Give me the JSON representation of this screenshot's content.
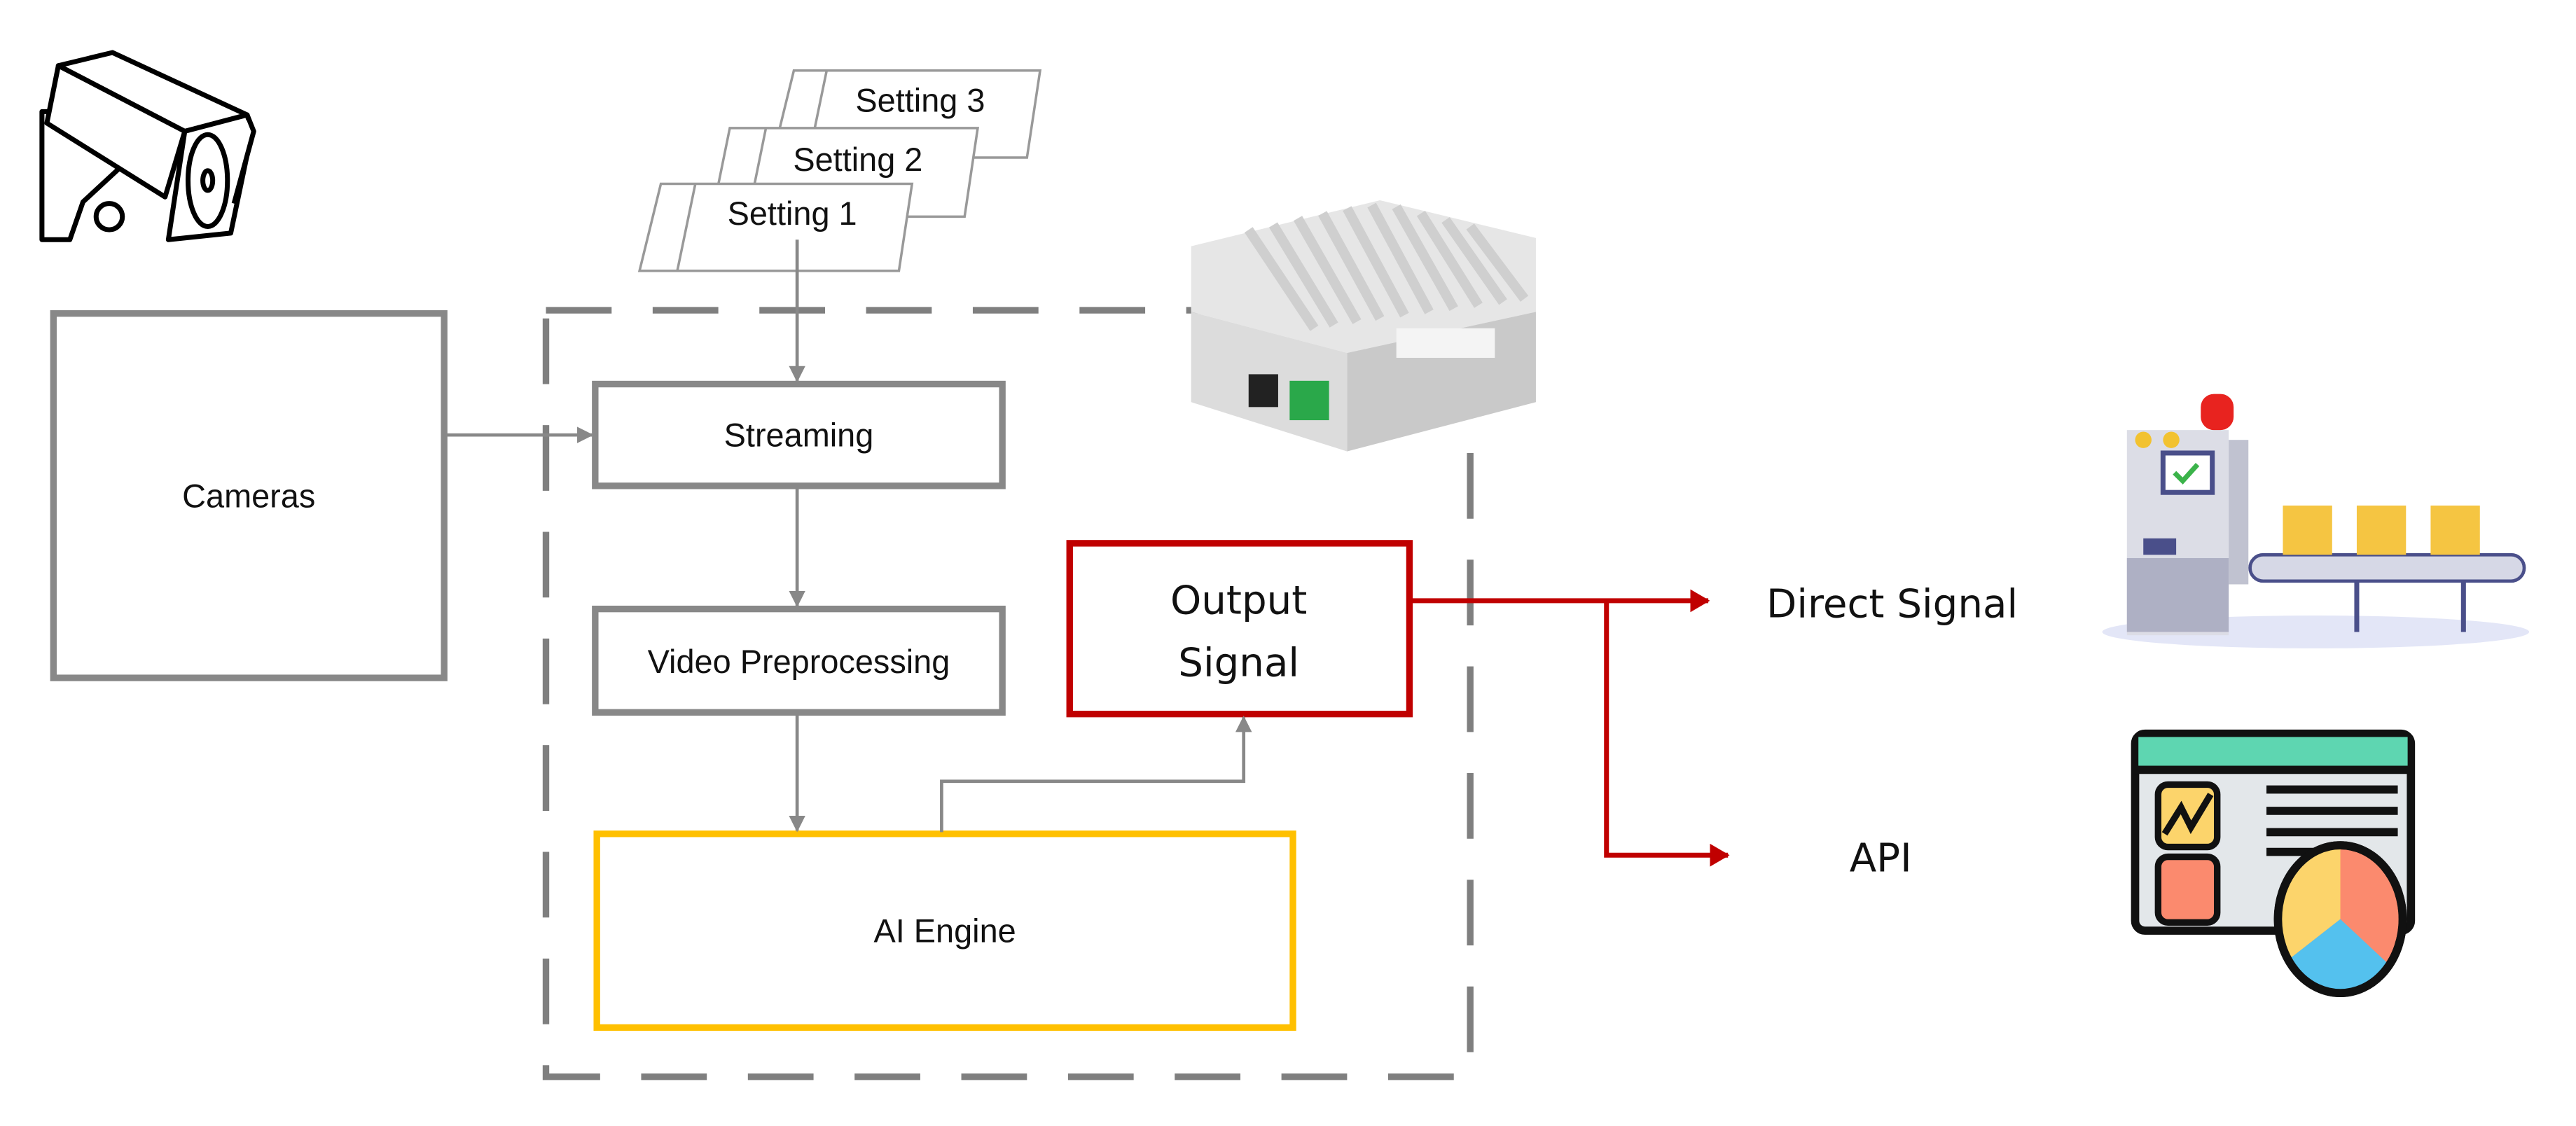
{
  "settings": [
    "Setting 1",
    "Setting 2",
    "Setting 3"
  ],
  "nodes": {
    "cameras": "Cameras",
    "streaming": "Streaming",
    "preprocessing": "Video Preprocessing",
    "ai_engine": "AI Engine",
    "output_signal_line1": "Output",
    "output_signal_line2": "Signal"
  },
  "outputs": {
    "direct_signal": "Direct Signal",
    "api": "API"
  },
  "icons": {
    "camera": "cctv-camera-icon",
    "device": "edge-device-image",
    "factory": "factory-conveyor-icon",
    "dashboard": "dashboard-analytics-icon"
  },
  "colors": {
    "box_gray": "#888888",
    "output_red": "#c00000",
    "ai_yellow": "#ffc000",
    "dashed_gray": "#7f7f7f"
  }
}
